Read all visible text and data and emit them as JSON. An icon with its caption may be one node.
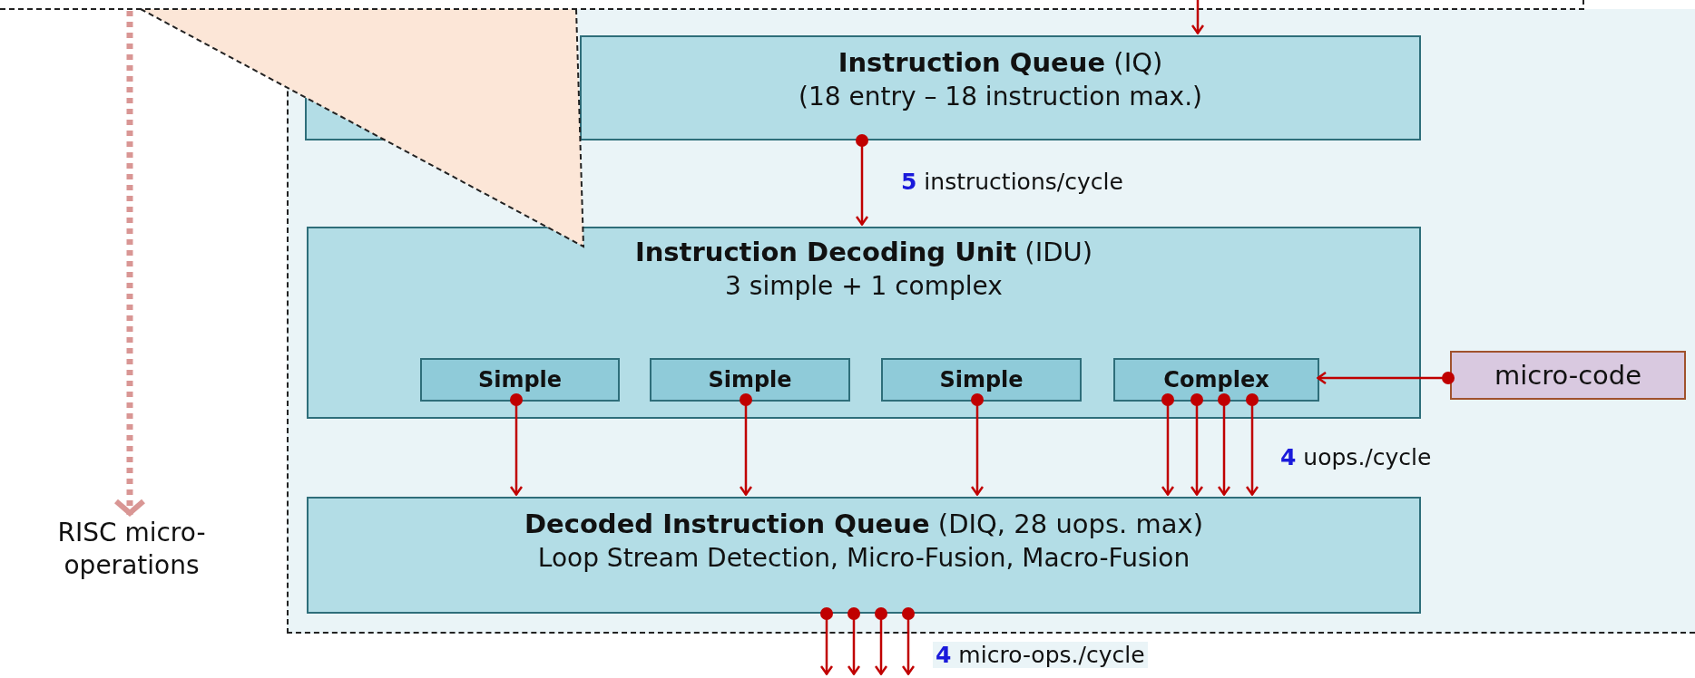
{
  "diagram": {
    "nodes": [
      {
        "text": [],
        "shape": "box"
      },
      {
        "text": [
          "**Instruction Queue** (IQ)",
          "(18 entry – 18 instruction max.)"
        ],
        "in": 0
      },
      {
        "text": [
          "**Instruction Decoding Unit** (IDU)",
          "3 simple + 1 complex"
        ],
        "in": 0
      },
      {
        "text": [
          "Simple"
        ],
        "in": 2
      },
      {
        "text": [
          "Simple"
        ],
        "in": 2
      },
      {
        "text": [
          "Simple"
        ],
        "in": 2
      },
      {
        "text": [
          "Complex"
        ],
        "in": 2
      },
      {
        "text": [
          "micro-code"
        ],
        "in": 0
      },
      {
        "text": [
          "**Decoded Instruction Queue**  (DIQ, 28 uops. max)",
          "Loop Stream Detection, Micro-Fusion, Macro-Fusion"
        ],
        "in": 0
      },
      {
        "text": [
          "RISC micro-operations"
        ]
      }
    ],
    "edges": [
      {
        "from": null,
        "to": 1,
        "arrow": "to"
      },
      {
        "from": 1,
        "to": 2,
        "arrow": "to",
        "label": "**5** instructions/cycle"
      },
      {
        "from": 3,
        "to": 8,
        "arrow": "to"
      },
      {
        "from": 4,
        "to": 8,
        "arrow": "to"
      },
      {
        "from": 5,
        "to": 8,
        "arrow": "to"
      },
      {
        "from": 6,
        "to": 8,
        "arrow": "to"
      },
      {
        "from": 6,
        "to": 8,
        "arrow": "to"
      },
      {
        "from": 6,
        "to": 8,
        "arrow": "to"
      },
      {
        "from": 6,
        "to": 8,
        "arrow": "to",
        "label": "**4** uops./cycle"
      },
      {
        "from": 7,
        "to": 6,
        "arrow": "to"
      },
      {
        "from": 8,
        "to": null,
        "arrow": "to"
      },
      {
        "from": 8,
        "to": null,
        "arrow": "to"
      },
      {
        "from": 8,
        "to": null,
        "arrow": "to"
      },
      {
        "from": 8,
        "to": null,
        "arrow": "to",
        "label": "**4** micro-ops./cycle"
      },
      {
        "from": null,
        "to": 9,
        "arrow": "to",
        "style": "dashed",
        "color": "#d99694"
      }
    ]
  }
}
